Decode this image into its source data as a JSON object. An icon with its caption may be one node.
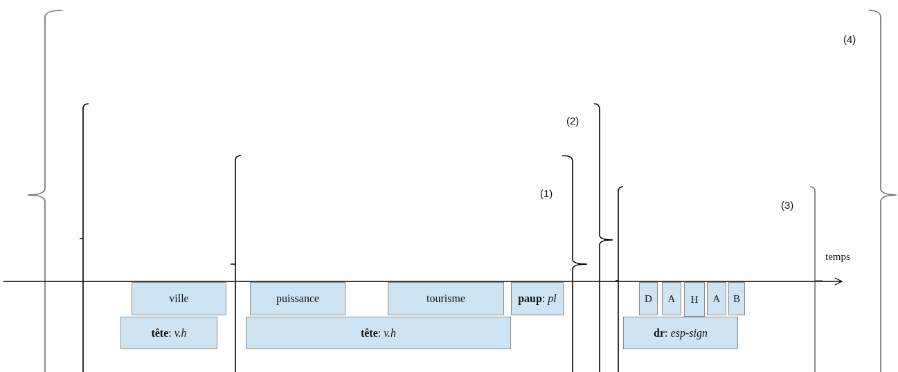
{
  "diagram": {
    "nodes": [
      {
        "text": [
          "ville"
        ]
      },
      {
        "text": [
          "puissance"
        ]
      },
      {
        "text": [
          "tourisme"
        ]
      },
      {
        "text": [
          "**paup**: *pl*"
        ]
      },
      {
        "text": [
          "D"
        ]
      },
      {
        "text": [
          "A"
        ]
      },
      {
        "text": [
          "H"
        ]
      },
      {
        "text": [
          "A"
        ]
      },
      {
        "text": [
          "B"
        ]
      },
      {
        "text": [
          "**tête**: *v.h*"
        ]
      },
      {
        "text": [
          "**tête**: *v.h*"
        ]
      },
      {
        "text": [
          "**dr**: *esp-sign*"
        ]
      }
    ],
    "labels": [
      "(4)",
      "(2)",
      "(1)",
      "(3)",
      "temps"
    ]
  }
}
